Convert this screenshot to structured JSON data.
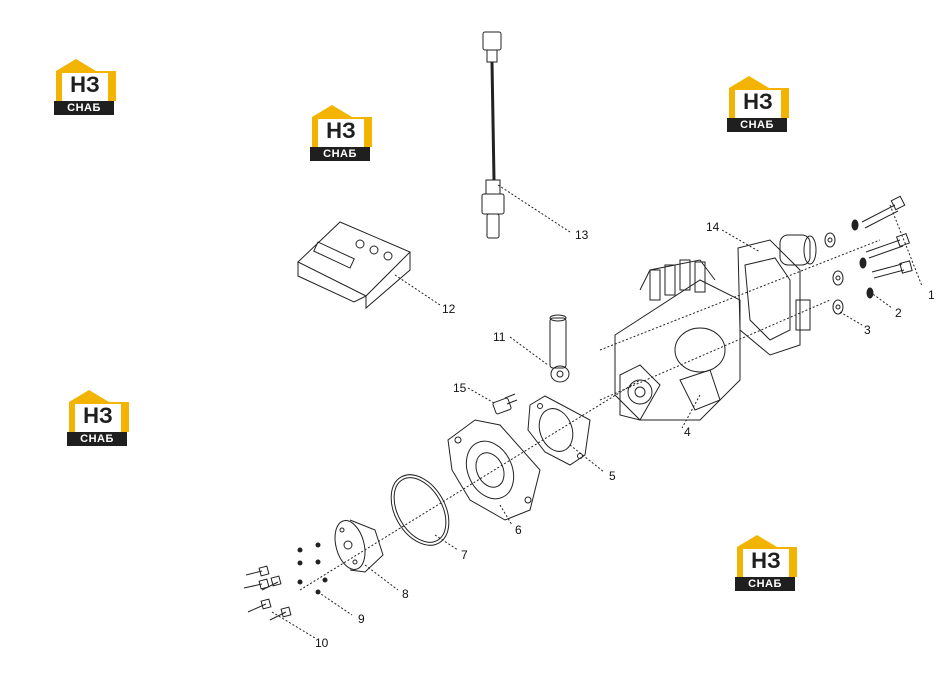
{
  "brand": {
    "letters": "НЗ",
    "name": "СНАБ",
    "colors": {
      "yellow": "#f2b400",
      "dark": "#1f1f1f",
      "line": "#222222"
    }
  },
  "callouts": [
    {
      "id": "c1",
      "label": "1"
    },
    {
      "id": "c2",
      "label": "2"
    },
    {
      "id": "c3",
      "label": "3"
    },
    {
      "id": "c4",
      "label": "4"
    },
    {
      "id": "c5",
      "label": "5"
    },
    {
      "id": "c6",
      "label": "6"
    },
    {
      "id": "c7",
      "label": "7"
    },
    {
      "id": "c8",
      "label": "8"
    },
    {
      "id": "c9",
      "label": "9"
    },
    {
      "id": "c10",
      "label": "10"
    },
    {
      "id": "c11",
      "label": "11"
    },
    {
      "id": "c12",
      "label": "12"
    },
    {
      "id": "c13",
      "label": "13"
    },
    {
      "id": "c14",
      "label": "14"
    },
    {
      "id": "c15",
      "label": "15"
    }
  ]
}
